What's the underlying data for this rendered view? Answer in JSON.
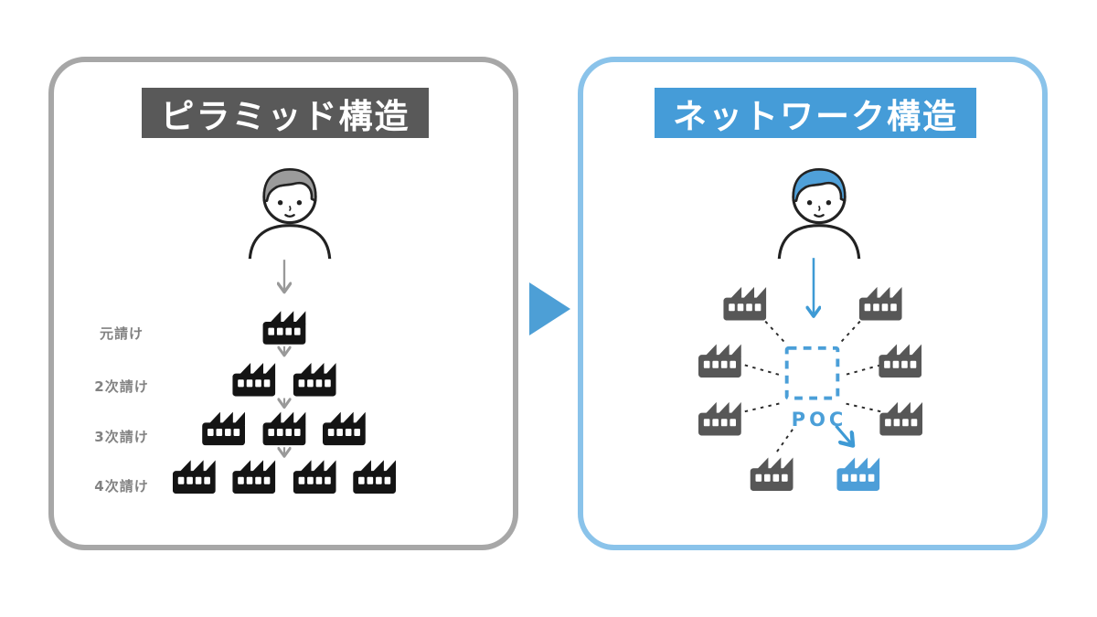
{
  "pyramid_panel": {
    "title": "ピラミッド構造",
    "row_labels": [
      "元請け",
      "2次請け",
      "3次請け",
      "4次請け"
    ],
    "row_factory_counts": [
      1,
      2,
      3,
      4
    ],
    "icons": [
      "client-person-icon",
      "factory-icon",
      "down-arrow-icon"
    ],
    "colors": {
      "border": "#a7a7a7",
      "title_bg": "#595959",
      "title_text": "#ffffff",
      "factory": "#141414",
      "flow_arrow": "#999999",
      "label_text": "#828282",
      "person_hair": "#9b9b9b"
    }
  },
  "network_panel": {
    "title": "ネットワーク構造",
    "hub_label": "POC",
    "gray_factory_count": 7,
    "highlighted_factory_count": 1,
    "icons": [
      "client-person-icon",
      "factory-icon",
      "dashed-hub-box",
      "down-arrow-icon",
      "diagonal-arrow-icon"
    ],
    "colors": {
      "border": "#8ac3ea",
      "title_bg": "#459cd8",
      "title_text": "#ffffff",
      "factory": "#575757",
      "highlight_factory": "#4d9ed8",
      "accent_arrow": "#3e9ad5",
      "hub_box": "#4b9fd8",
      "hub_text": "#4b9fd8",
      "dashed_link": "#2b2b2b",
      "person_hair": "#4fa0d9"
    }
  },
  "transition": {
    "icon": "right-triangle-arrow-icon",
    "color": "#4d9fd6"
  }
}
